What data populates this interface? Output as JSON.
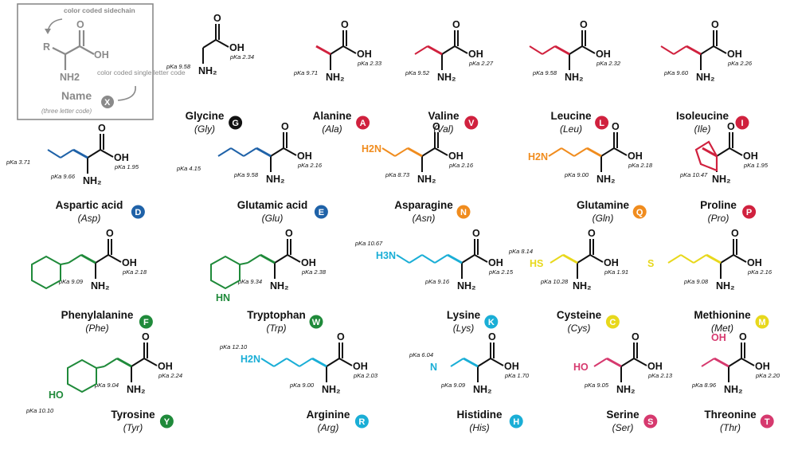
{
  "legend": {
    "sidechain_note": "color coded sidechain",
    "letter_note": "color coded single letter code",
    "name_label": "Name",
    "three_letter_note": "(three letter code)",
    "r_label": "R",
    "oh_label": "OH",
    "o_label": "O",
    "nh2_label": "NH2",
    "badge_letter": "X"
  },
  "colors": {
    "black": "#111111",
    "red": "#d0213e",
    "blue": "#1f62a8",
    "orange": "#f08c1e",
    "green": "#1f8a3a",
    "cyan": "#1aaed6",
    "yellow": "#e8d81c",
    "pink": "#d6396e",
    "gray": "#8a8a8a"
  },
  "amino_acids": [
    {
      "name": "Glycine",
      "abbr": "(Gly)",
      "letter": "G",
      "color": "black",
      "pka_amine": "pKa 9.58",
      "pka_acid": "pKa 2.34"
    },
    {
      "name": "Alanine",
      "abbr": "(Ala)",
      "letter": "A",
      "color": "red",
      "pka_amine": "pKa 9.71",
      "pka_acid": "pKa 2.33"
    },
    {
      "name": "Valine",
      "abbr": "(Val)",
      "letter": "V",
      "color": "red",
      "pka_amine": "pKa 9.52",
      "pka_acid": "pKa 2.27"
    },
    {
      "name": "Leucine",
      "abbr": "(Leu)",
      "letter": "L",
      "color": "red",
      "pka_amine": "pKa 9.58",
      "pka_acid": "pKa 2.32"
    },
    {
      "name": "Isoleucine",
      "abbr": "(Ile)",
      "letter": "I",
      "color": "red",
      "pka_amine": "pKa 9.60",
      "pka_acid": "pKa 2.26"
    },
    {
      "name": "Aspartic acid",
      "abbr": "(Asp)",
      "letter": "D",
      "color": "blue",
      "pka_amine": "pKa 9.66",
      "pka_acid": "pKa 1.95",
      "pka_side": "pKa 3.71"
    },
    {
      "name": "Glutamic acid",
      "abbr": "(Glu)",
      "letter": "E",
      "color": "blue",
      "pka_amine": "pKa 9.58",
      "pka_acid": "pKa 2.16",
      "pka_side": "pKa 4.15"
    },
    {
      "name": "Asparagine",
      "abbr": "(Asn)",
      "letter": "N",
      "color": "orange",
      "pka_amine": "pKa 8.73",
      "pka_acid": "pKa 2.16",
      "side_label": "H2N"
    },
    {
      "name": "Glutamine",
      "abbr": "(Gln)",
      "letter": "Q",
      "color": "orange",
      "pka_amine": "pKa 9.00",
      "pka_acid": "pKa 2.18",
      "side_label": "H2N"
    },
    {
      "name": "Proline",
      "abbr": "(Pro)",
      "letter": "P",
      "color": "red",
      "pka_amine": "pKa 10.47",
      "pka_acid": "pKa 1.95"
    },
    {
      "name": "Phenylalanine",
      "abbr": "(Phe)",
      "letter": "F",
      "color": "green",
      "pka_amine": "pKa 9.09",
      "pka_acid": "pKa 2.18"
    },
    {
      "name": "Tryptophan",
      "abbr": "(Trp)",
      "letter": "W",
      "color": "green",
      "pka_amine": "pKa 9.34",
      "pka_acid": "pKa 2.38",
      "side_label": "HN"
    },
    {
      "name": "Lysine",
      "abbr": "(Lys)",
      "letter": "K",
      "color": "cyan",
      "pka_amine": "pKa 9.16",
      "pka_acid": "pKa 2.15",
      "pka_side": "pKa 10.67",
      "side_label": "H3N"
    },
    {
      "name": "Cysteine",
      "abbr": "(Cys)",
      "letter": "C",
      "color": "yellow",
      "pka_amine": "pKa 10.28",
      "pka_acid": "pKa 1.91",
      "pka_side": "pKa 8.14",
      "side_label": "HS"
    },
    {
      "name": "Methionine",
      "abbr": "(Met)",
      "letter": "M",
      "color": "yellow",
      "pka_amine": "pKa 9.08",
      "pka_acid": "pKa 2.16",
      "side_label": "S"
    },
    {
      "name": "Tyrosine",
      "abbr": "(Tyr)",
      "letter": "Y",
      "color": "green",
      "pka_amine": "pKa 9.04",
      "pka_acid": "pKa 2.24",
      "pka_side": "pKa 10.10",
      "side_label": "HO"
    },
    {
      "name": "Arginine",
      "abbr": "(Arg)",
      "letter": "R",
      "color": "cyan",
      "pka_amine": "pKa 9.00",
      "pka_acid": "pKa 2.03",
      "pka_side": "pKa 12.10",
      "side_label": "H2N"
    },
    {
      "name": "Histidine",
      "abbr": "(His)",
      "letter": "H",
      "color": "cyan",
      "pka_amine": "pKa 9.09",
      "pka_acid": "pKa 1.70",
      "pka_side": "pKa 6.04",
      "side_label": "N"
    },
    {
      "name": "Serine",
      "abbr": "(Ser)",
      "letter": "S",
      "color": "pink",
      "pka_amine": "pKa 9.05",
      "pka_acid": "pKa 2.13",
      "side_label": "HO"
    },
    {
      "name": "Threonine",
      "abbr": "(Thr)",
      "letter": "T",
      "color": "pink",
      "pka_amine": "pKa 8.96",
      "pka_acid": "pKa 2.20",
      "side_label": "OH"
    }
  ]
}
